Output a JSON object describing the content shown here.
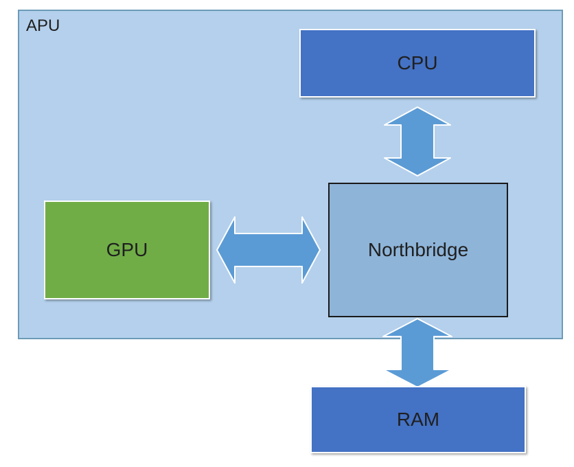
{
  "apu": {
    "label": "APU"
  },
  "blocks": {
    "cpu": {
      "label": "CPU"
    },
    "gpu": {
      "label": "GPU"
    },
    "northbridge": {
      "label": "Northbridge"
    },
    "ram": {
      "label": "RAM"
    }
  },
  "colors": {
    "apu_fill": "#b4d0ec",
    "apu_border": "#6c9bb7",
    "cpu_fill": "#4472c4",
    "gpu_fill": "#70ad47",
    "northbridge_fill": "#8eb4d8",
    "ram_fill": "#4472c4",
    "arrow_fill": "#5b9bd5"
  },
  "connections": [
    {
      "from": "cpu",
      "to": "northbridge",
      "style": "bidirectional-arrow"
    },
    {
      "from": "gpu",
      "to": "northbridge",
      "style": "bidirectional-arrow"
    },
    {
      "from": "northbridge",
      "to": "ram",
      "style": "bidirectional-arrow"
    }
  ]
}
